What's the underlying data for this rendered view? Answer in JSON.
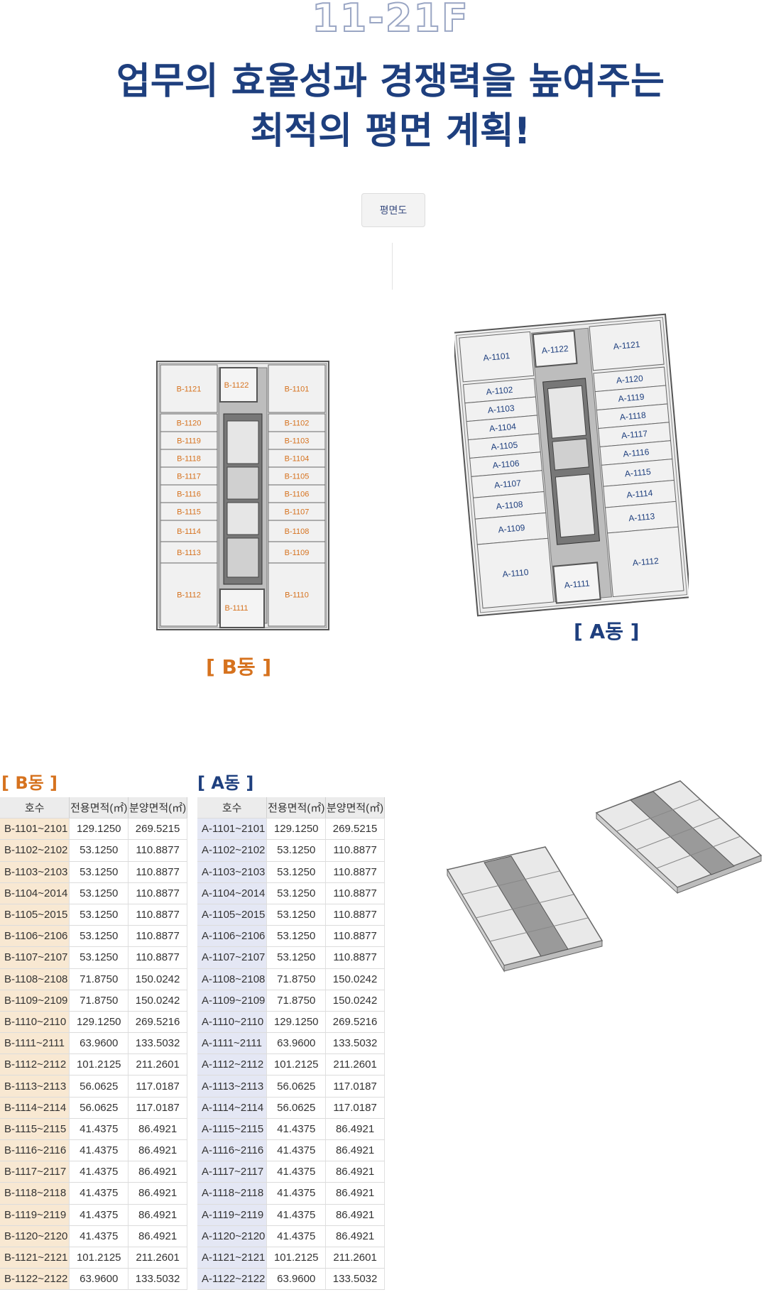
{
  "header": {
    "floor_range": "11-21F",
    "headline_line1": "업무의 효율성과 경쟁력을 높여주는",
    "headline_line2": "최적의 평면 계획!"
  },
  "tabs": {
    "floor_plan": "평면도"
  },
  "plans": {
    "b_caption": "[ B동 ]",
    "a_caption": "[ A동 ]",
    "b_units_left": [
      "B-1121",
      "B-1120",
      "B-1119",
      "B-1118",
      "B-1117",
      "B-1116",
      "B-1115",
      "B-1114",
      "B-1113",
      "B-1112"
    ],
    "b_units_right": [
      "B-1101",
      "B-1102",
      "B-1103",
      "B-1104",
      "B-1105",
      "B-1106",
      "B-1107",
      "B-1108",
      "B-1109",
      "B-1110"
    ],
    "b_top": "B-1122",
    "b_bottom": "B-1111",
    "a_units_left": [
      "A-1101",
      "A-1102",
      "A-1103",
      "A-1104",
      "A-1105",
      "A-1106",
      "A-1107",
      "A-1108",
      "A-1109",
      "A-1110"
    ],
    "a_units_right": [
      "A-1121",
      "A-1120",
      "A-1119",
      "A-1118",
      "A-1117",
      "A-1116",
      "A-1115",
      "A-1114",
      "A-1113",
      "A-1112"
    ],
    "a_top": "A-1122",
    "a_bottom": "A-1111"
  },
  "tables": {
    "headers": [
      "호수",
      "전용면적(㎡)",
      "분양면적(㎡)"
    ],
    "b": {
      "title": "[ B동 ]",
      "rows": [
        [
          "B-1101~2101",
          "129.1250",
          "269.5215"
        ],
        [
          "B-1102~2102",
          "53.1250",
          "110.8877"
        ],
        [
          "B-1103~2103",
          "53.1250",
          "110.8877"
        ],
        [
          "B-1104~2014",
          "53.1250",
          "110.8877"
        ],
        [
          "B-1105~2015",
          "53.1250",
          "110.8877"
        ],
        [
          "B-1106~2106",
          "53.1250",
          "110.8877"
        ],
        [
          "B-1107~2107",
          "53.1250",
          "110.8877"
        ],
        [
          "B-1108~2108",
          "71.8750",
          "150.0242"
        ],
        [
          "B-1109~2109",
          "71.8750",
          "150.0242"
        ],
        [
          "B-1110~2110",
          "129.1250",
          "269.5216"
        ],
        [
          "B-1111~2111",
          "63.9600",
          "133.5032"
        ],
        [
          "B-1112~2112",
          "101.2125",
          "211.2601"
        ],
        [
          "B-1113~2113",
          "56.0625",
          "117.0187"
        ],
        [
          "B-1114~2114",
          "56.0625",
          "117.0187"
        ],
        [
          "B-1115~2115",
          "41.4375",
          "86.4921"
        ],
        [
          "B-1116~2116",
          "41.4375",
          "86.4921"
        ],
        [
          "B-1117~2117",
          "41.4375",
          "86.4921"
        ],
        [
          "B-1118~2118",
          "41.4375",
          "86.4921"
        ],
        [
          "B-1119~2119",
          "41.4375",
          "86.4921"
        ],
        [
          "B-1120~2120",
          "41.4375",
          "86.4921"
        ],
        [
          "B-1121~2121",
          "101.2125",
          "211.2601"
        ],
        [
          "B-1122~2122",
          "63.9600",
          "133.5032"
        ]
      ]
    },
    "a": {
      "title": "[ A동 ]",
      "rows": [
        [
          "A-1101~2101",
          "129.1250",
          "269.5215"
        ],
        [
          "A-1102~2102",
          "53.1250",
          "110.8877"
        ],
        [
          "A-1103~2103",
          "53.1250",
          "110.8877"
        ],
        [
          "A-1104~2014",
          "53.1250",
          "110.8877"
        ],
        [
          "A-1105~2015",
          "53.1250",
          "110.8877"
        ],
        [
          "A-1106~2106",
          "53.1250",
          "110.8877"
        ],
        [
          "A-1107~2107",
          "53.1250",
          "110.8877"
        ],
        [
          "A-1108~2108",
          "71.8750",
          "150.0242"
        ],
        [
          "A-1109~2109",
          "71.8750",
          "150.0242"
        ],
        [
          "A-1110~2110",
          "129.1250",
          "269.5216"
        ],
        [
          "A-1111~2111",
          "63.9600",
          "133.5032"
        ],
        [
          "A-1112~2112",
          "101.2125",
          "211.2601"
        ],
        [
          "A-1113~2113",
          "56.0625",
          "117.0187"
        ],
        [
          "A-1114~2114",
          "56.0625",
          "117.0187"
        ],
        [
          "A-1115~2115",
          "41.4375",
          "86.4921"
        ],
        [
          "A-1116~2116",
          "41.4375",
          "86.4921"
        ],
        [
          "A-1117~2117",
          "41.4375",
          "86.4921"
        ],
        [
          "A-1118~2118",
          "41.4375",
          "86.4921"
        ],
        [
          "A-1119~2119",
          "41.4375",
          "86.4921"
        ],
        [
          "A-1120~2120",
          "41.4375",
          "86.4921"
        ],
        [
          "A-1121~2121",
          "101.2125",
          "211.2601"
        ],
        [
          "A-1122~2122",
          "63.9600",
          "133.5032"
        ]
      ]
    }
  },
  "colors": {
    "navy": "#1e3f7e",
    "orange": "#d6721e",
    "b_unit_bg": "#f8e8d2",
    "a_unit_bg": "#e4e7f4"
  }
}
